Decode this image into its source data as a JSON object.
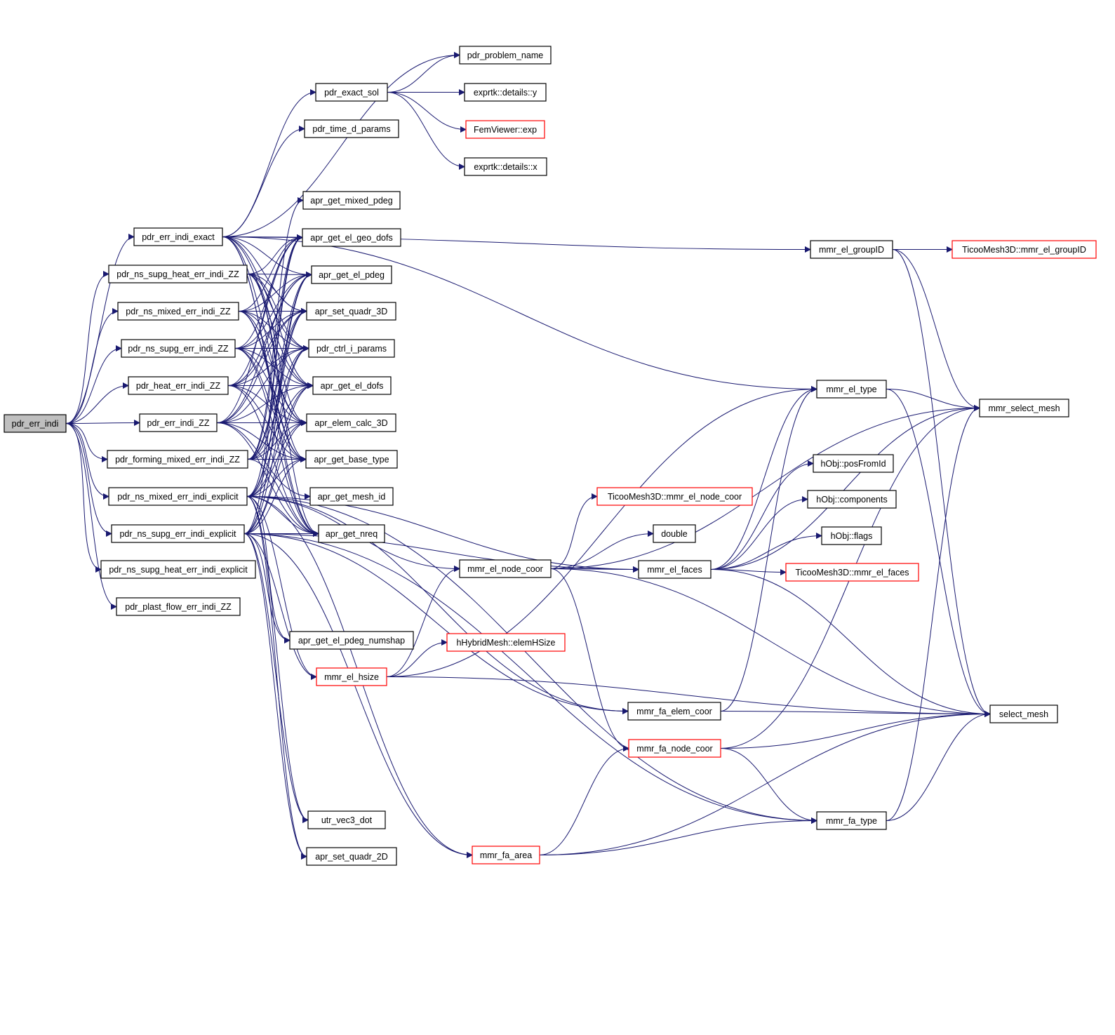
{
  "colors": {
    "edge": "#191970",
    "node_border": "#000000",
    "node_border_truncated": "#ff0000",
    "node_fill": "#ffffff",
    "root_fill": "#bfbfbf"
  },
  "nodes": [
    {
      "id": "pdr_err_indi",
      "label": "pdr_err_indi",
      "kind": "root"
    },
    {
      "id": "pdr_err_indi_exact",
      "label": "pdr_err_indi_exact",
      "kind": "normal"
    },
    {
      "id": "pdr_ns_supg_heat_err_indi_ZZ",
      "label": "pdr_ns_supg_heat_err_indi_ZZ",
      "kind": "normal"
    },
    {
      "id": "pdr_ns_mixed_err_indi_ZZ",
      "label": "pdr_ns_mixed_err_indi_ZZ",
      "kind": "normal"
    },
    {
      "id": "pdr_ns_supg_err_indi_ZZ",
      "label": "pdr_ns_supg_err_indi_ZZ",
      "kind": "normal"
    },
    {
      "id": "pdr_heat_err_indi_ZZ",
      "label": "pdr_heat_err_indi_ZZ",
      "kind": "normal"
    },
    {
      "id": "pdr_err_indi_ZZ",
      "label": "pdr_err_indi_ZZ",
      "kind": "normal"
    },
    {
      "id": "pdr_forming_mixed_err_indi_ZZ",
      "label": "pdr_forming_mixed_err_indi_ZZ",
      "kind": "normal"
    },
    {
      "id": "pdr_ns_mixed_err_indi_explicit",
      "label": "pdr_ns_mixed_err_indi_explicit",
      "kind": "normal"
    },
    {
      "id": "pdr_ns_supg_err_indi_explicit",
      "label": "pdr_ns_supg_err_indi_explicit",
      "kind": "normal"
    },
    {
      "id": "pdr_ns_supg_heat_err_indi_explicit",
      "label": "pdr_ns_supg_heat_err_indi_explicit",
      "kind": "normal"
    },
    {
      "id": "pdr_plast_flow_err_indi_ZZ",
      "label": "pdr_plast_flow_err_indi_ZZ",
      "kind": "normal"
    },
    {
      "id": "pdr_exact_sol",
      "label": "pdr_exact_sol",
      "kind": "normal"
    },
    {
      "id": "pdr_time_d_params",
      "label": "pdr_time_d_params",
      "kind": "normal"
    },
    {
      "id": "pdr_problem_name",
      "label": "pdr_problem_name",
      "kind": "normal"
    },
    {
      "id": "exprtk_y",
      "label": "exprtk::details::y",
      "kind": "normal"
    },
    {
      "id": "femviewer_exp",
      "label": "FemViewer::exp",
      "kind": "truncated"
    },
    {
      "id": "exprtk_x",
      "label": "exprtk::details::x",
      "kind": "normal"
    },
    {
      "id": "apr_get_mixed_pdeg",
      "label": "apr_get_mixed_pdeg",
      "kind": "normal"
    },
    {
      "id": "apr_get_el_geo_dofs",
      "label": "apr_get_el_geo_dofs",
      "kind": "normal"
    },
    {
      "id": "apr_get_el_pdeg",
      "label": "apr_get_el_pdeg",
      "kind": "normal"
    },
    {
      "id": "apr_set_quadr_3D",
      "label": "apr_set_quadr_3D",
      "kind": "normal"
    },
    {
      "id": "pdr_ctrl_i_params",
      "label": "pdr_ctrl_i_params",
      "kind": "normal"
    },
    {
      "id": "apr_get_el_dofs",
      "label": "apr_get_el_dofs",
      "kind": "normal"
    },
    {
      "id": "apr_elem_calc_3D",
      "label": "apr_elem_calc_3D",
      "kind": "normal"
    },
    {
      "id": "apr_get_base_type",
      "label": "apr_get_base_type",
      "kind": "normal"
    },
    {
      "id": "apr_get_mesh_id",
      "label": "apr_get_mesh_id",
      "kind": "normal"
    },
    {
      "id": "apr_get_nreq",
      "label": "apr_get_nreq",
      "kind": "normal"
    },
    {
      "id": "apr_get_el_pdeg_numshap",
      "label": "apr_get_el_pdeg_numshap",
      "kind": "normal"
    },
    {
      "id": "mmr_el_hsize",
      "label": "mmr_el_hsize",
      "kind": "truncated"
    },
    {
      "id": "utr_vec3_dot",
      "label": "utr_vec3_dot",
      "kind": "normal"
    },
    {
      "id": "apr_set_quadr_2D",
      "label": "apr_set_quadr_2D",
      "kind": "normal"
    },
    {
      "id": "mmr_el_node_coor",
      "label": "mmr_el_node_coor",
      "kind": "normal"
    },
    {
      "id": "hybrid_elemhsize",
      "label": "hHybridMesh::elemHSize",
      "kind": "truncated"
    },
    {
      "id": "mmr_fa_area",
      "label": "mmr_fa_area",
      "kind": "truncated"
    },
    {
      "id": "ticoo_el_node_coor",
      "label": "TicooMesh3D::mmr_el_node_coor",
      "kind": "truncated"
    },
    {
      "id": "double",
      "label": "double",
      "kind": "normal"
    },
    {
      "id": "mmr_el_faces",
      "label": "mmr_el_faces",
      "kind": "normal"
    },
    {
      "id": "mmr_fa_elem_coor",
      "label": "mmr_fa_elem_coor",
      "kind": "normal"
    },
    {
      "id": "mmr_fa_node_coor",
      "label": "mmr_fa_node_coor",
      "kind": "truncated"
    },
    {
      "id": "mmr_el_groupID",
      "label": "mmr_el_groupID",
      "kind": "normal"
    },
    {
      "id": "mmr_el_type",
      "label": "mmr_el_type",
      "kind": "normal"
    },
    {
      "id": "hobj_posfromid",
      "label": "hObj::posFromId",
      "kind": "normal"
    },
    {
      "id": "hobj_components",
      "label": "hObj::components",
      "kind": "normal"
    },
    {
      "id": "hobj_flags",
      "label": "hObj::flags",
      "kind": "normal"
    },
    {
      "id": "ticoo_el_faces",
      "label": "TicooMesh3D::mmr_el_faces",
      "kind": "truncated"
    },
    {
      "id": "mmr_fa_type",
      "label": "mmr_fa_type",
      "kind": "normal"
    },
    {
      "id": "ticoo_el_groupid",
      "label": "TicooMesh3D::mmr_el_groupID",
      "kind": "truncated"
    },
    {
      "id": "mmr_select_mesh",
      "label": "mmr_select_mesh",
      "kind": "normal"
    },
    {
      "id": "select_mesh",
      "label": "select_mesh",
      "kind": "normal"
    }
  ],
  "edges": [
    [
      "pdr_err_indi",
      "pdr_err_indi_exact"
    ],
    [
      "pdr_err_indi",
      "pdr_ns_supg_heat_err_indi_ZZ"
    ],
    [
      "pdr_err_indi",
      "pdr_ns_mixed_err_indi_ZZ"
    ],
    [
      "pdr_err_indi",
      "pdr_ns_supg_err_indi_ZZ"
    ],
    [
      "pdr_err_indi",
      "pdr_heat_err_indi_ZZ"
    ],
    [
      "pdr_err_indi",
      "pdr_err_indi_ZZ"
    ],
    [
      "pdr_err_indi",
      "pdr_forming_mixed_err_indi_ZZ"
    ],
    [
      "pdr_err_indi",
      "pdr_ns_mixed_err_indi_explicit"
    ],
    [
      "pdr_err_indi",
      "pdr_ns_supg_err_indi_explicit"
    ],
    [
      "pdr_err_indi",
      "pdr_ns_supg_heat_err_indi_explicit"
    ],
    [
      "pdr_err_indi",
      "pdr_plast_flow_err_indi_ZZ"
    ],
    [
      "pdr_err_indi_exact",
      "pdr_problem_name"
    ],
    [
      "pdr_err_indi_exact",
      "pdr_exact_sol"
    ],
    [
      "pdr_err_indi_exact",
      "pdr_time_d_params"
    ],
    [
      "pdr_err_indi_exact",
      "mmr_el_groupID"
    ],
    [
      "pdr_err_indi_exact",
      "mmr_el_type"
    ],
    [
      "pdr_err_indi_exact",
      "apr_get_el_geo_dofs"
    ],
    [
      "pdr_err_indi_exact",
      "apr_get_el_pdeg"
    ],
    [
      "pdr_err_indi_exact",
      "apr_set_quadr_3D"
    ],
    [
      "pdr_err_indi_exact",
      "pdr_ctrl_i_params"
    ],
    [
      "pdr_err_indi_exact",
      "apr_get_el_dofs"
    ],
    [
      "pdr_err_indi_exact",
      "apr_elem_calc_3D"
    ],
    [
      "pdr_err_indi_exact",
      "apr_get_base_type"
    ],
    [
      "pdr_err_indi_exact",
      "apr_get_nreq"
    ],
    [
      "pdr_exact_sol",
      "pdr_problem_name"
    ],
    [
      "pdr_exact_sol",
      "exprtk_y"
    ],
    [
      "pdr_exact_sol",
      "femviewer_exp"
    ],
    [
      "pdr_exact_sol",
      "exprtk_x"
    ],
    [
      "pdr_ns_supg_heat_err_indi_ZZ",
      "apr_get_el_geo_dofs"
    ],
    [
      "pdr_ns_supg_heat_err_indi_ZZ",
      "apr_get_el_pdeg"
    ],
    [
      "pdr_ns_supg_heat_err_indi_ZZ",
      "apr_set_quadr_3D"
    ],
    [
      "pdr_ns_supg_heat_err_indi_ZZ",
      "pdr_ctrl_i_params"
    ],
    [
      "pdr_ns_supg_heat_err_indi_ZZ",
      "apr_get_el_dofs"
    ],
    [
      "pdr_ns_supg_heat_err_indi_ZZ",
      "apr_elem_calc_3D"
    ],
    [
      "pdr_ns_supg_heat_err_indi_ZZ",
      "apr_get_base_type"
    ],
    [
      "pdr_ns_supg_heat_err_indi_ZZ",
      "apr_get_nreq"
    ],
    [
      "pdr_ns_mixed_err_indi_ZZ",
      "apr_get_el_geo_dofs"
    ],
    [
      "pdr_ns_mixed_err_indi_ZZ",
      "apr_get_el_pdeg"
    ],
    [
      "pdr_ns_mixed_err_indi_ZZ",
      "apr_set_quadr_3D"
    ],
    [
      "pdr_ns_mixed_err_indi_ZZ",
      "pdr_ctrl_i_params"
    ],
    [
      "pdr_ns_mixed_err_indi_ZZ",
      "apr_get_el_dofs"
    ],
    [
      "pdr_ns_mixed_err_indi_ZZ",
      "apr_elem_calc_3D"
    ],
    [
      "pdr_ns_mixed_err_indi_ZZ",
      "apr_get_base_type"
    ],
    [
      "pdr_ns_mixed_err_indi_ZZ",
      "apr_get_nreq"
    ],
    [
      "pdr_ns_supg_err_indi_ZZ",
      "apr_get_el_geo_dofs"
    ],
    [
      "pdr_ns_supg_err_indi_ZZ",
      "apr_get_el_pdeg"
    ],
    [
      "pdr_ns_supg_err_indi_ZZ",
      "apr_set_quadr_3D"
    ],
    [
      "pdr_ns_supg_err_indi_ZZ",
      "pdr_ctrl_i_params"
    ],
    [
      "pdr_ns_supg_err_indi_ZZ",
      "apr_get_el_dofs"
    ],
    [
      "pdr_ns_supg_err_indi_ZZ",
      "apr_elem_calc_3D"
    ],
    [
      "pdr_ns_supg_err_indi_ZZ",
      "apr_get_base_type"
    ],
    [
      "pdr_ns_supg_err_indi_ZZ",
      "apr_get_nreq"
    ],
    [
      "pdr_heat_err_indi_ZZ",
      "apr_get_el_geo_dofs"
    ],
    [
      "pdr_heat_err_indi_ZZ",
      "apr_get_el_pdeg"
    ],
    [
      "pdr_heat_err_indi_ZZ",
      "apr_set_quadr_3D"
    ],
    [
      "pdr_heat_err_indi_ZZ",
      "pdr_ctrl_i_params"
    ],
    [
      "pdr_heat_err_indi_ZZ",
      "apr_get_el_dofs"
    ],
    [
      "pdr_heat_err_indi_ZZ",
      "apr_elem_calc_3D"
    ],
    [
      "pdr_heat_err_indi_ZZ",
      "apr_get_base_type"
    ],
    [
      "pdr_heat_err_indi_ZZ",
      "apr_get_nreq"
    ],
    [
      "pdr_err_indi_ZZ",
      "apr_get_el_geo_dofs"
    ],
    [
      "pdr_err_indi_ZZ",
      "apr_get_el_pdeg"
    ],
    [
      "pdr_err_indi_ZZ",
      "apr_set_quadr_3D"
    ],
    [
      "pdr_err_indi_ZZ",
      "pdr_ctrl_i_params"
    ],
    [
      "pdr_err_indi_ZZ",
      "apr_get_el_dofs"
    ],
    [
      "pdr_err_indi_ZZ",
      "apr_elem_calc_3D"
    ],
    [
      "pdr_err_indi_ZZ",
      "apr_get_base_type"
    ],
    [
      "pdr_err_indi_ZZ",
      "apr_get_mesh_id"
    ],
    [
      "pdr_err_indi_ZZ",
      "apr_get_nreq"
    ],
    [
      "pdr_forming_mixed_err_indi_ZZ",
      "apr_get_mixed_pdeg"
    ],
    [
      "pdr_forming_mixed_err_indi_ZZ",
      "apr_get_el_geo_dofs"
    ],
    [
      "pdr_forming_mixed_err_indi_ZZ",
      "apr_get_el_pdeg"
    ],
    [
      "pdr_forming_mixed_err_indi_ZZ",
      "apr_set_quadr_3D"
    ],
    [
      "pdr_forming_mixed_err_indi_ZZ",
      "pdr_ctrl_i_params"
    ],
    [
      "pdr_forming_mixed_err_indi_ZZ",
      "apr_get_el_dofs"
    ],
    [
      "pdr_forming_mixed_err_indi_ZZ",
      "apr_elem_calc_3D"
    ],
    [
      "pdr_forming_mixed_err_indi_ZZ",
      "apr_get_base_type"
    ],
    [
      "pdr_forming_mixed_err_indi_ZZ",
      "apr_get_nreq"
    ],
    [
      "pdr_ns_mixed_err_indi_explicit",
      "apr_get_el_geo_dofs"
    ],
    [
      "pdr_ns_mixed_err_indi_explicit",
      "apr_get_el_pdeg"
    ],
    [
      "pdr_ns_mixed_err_indi_explicit",
      "apr_set_quadr_3D"
    ],
    [
      "pdr_ns_mixed_err_indi_explicit",
      "pdr_ctrl_i_params"
    ],
    [
      "pdr_ns_mixed_err_indi_explicit",
      "apr_get_el_dofs"
    ],
    [
      "pdr_ns_mixed_err_indi_explicit",
      "apr_elem_calc_3D"
    ],
    [
      "pdr_ns_mixed_err_indi_explicit",
      "apr_get_base_type"
    ],
    [
      "pdr_ns_mixed_err_indi_explicit",
      "apr_get_nreq"
    ],
    [
      "pdr_ns_mixed_err_indi_explicit",
      "apr_get_el_pdeg_numshap"
    ],
    [
      "pdr_ns_mixed_err_indi_explicit",
      "mmr_el_hsize"
    ],
    [
      "pdr_ns_mixed_err_indi_explicit",
      "utr_vec3_dot"
    ],
    [
      "pdr_ns_mixed_err_indi_explicit",
      "apr_set_quadr_2D"
    ],
    [
      "pdr_ns_mixed_err_indi_explicit",
      "mmr_el_node_coor"
    ],
    [
      "pdr_ns_mixed_err_indi_explicit",
      "mmr_el_faces"
    ],
    [
      "pdr_ns_mixed_err_indi_explicit",
      "mmr_fa_elem_coor"
    ],
    [
      "pdr_ns_mixed_err_indi_explicit",
      "mmr_fa_type"
    ],
    [
      "pdr_ns_mixed_err_indi_explicit",
      "mmr_fa_area"
    ],
    [
      "pdr_ns_supg_err_indi_explicit",
      "apr_get_el_geo_dofs"
    ],
    [
      "pdr_ns_supg_err_indi_explicit",
      "apr_get_el_pdeg"
    ],
    [
      "pdr_ns_supg_err_indi_explicit",
      "apr_set_quadr_3D"
    ],
    [
      "pdr_ns_supg_err_indi_explicit",
      "pdr_ctrl_i_params"
    ],
    [
      "pdr_ns_supg_err_indi_explicit",
      "apr_get_el_dofs"
    ],
    [
      "pdr_ns_supg_err_indi_explicit",
      "apr_elem_calc_3D"
    ],
    [
      "pdr_ns_supg_err_indi_explicit",
      "apr_get_base_type"
    ],
    [
      "pdr_ns_supg_err_indi_explicit",
      "apr_get_nreq"
    ],
    [
      "pdr_ns_supg_err_indi_explicit",
      "apr_get_el_pdeg_numshap"
    ],
    [
      "pdr_ns_supg_err_indi_explicit",
      "mmr_el_hsize"
    ],
    [
      "pdr_ns_supg_err_indi_explicit",
      "utr_vec3_dot"
    ],
    [
      "pdr_ns_supg_err_indi_explicit",
      "apr_set_quadr_2D"
    ],
    [
      "pdr_ns_supg_err_indi_explicit",
      "mmr_el_faces"
    ],
    [
      "pdr_ns_supg_err_indi_explicit",
      "mmr_fa_elem_coor"
    ],
    [
      "pdr_ns_supg_err_indi_explicit",
      "mmr_fa_area"
    ],
    [
      "pdr_ns_supg_err_indi_explicit",
      "mmr_fa_type"
    ],
    [
      "mmr_el_hsize",
      "mmr_el_node_coor"
    ],
    [
      "mmr_el_hsize",
      "hybrid_elemhsize"
    ],
    [
      "mmr_el_hsize",
      "mmr_el_type"
    ],
    [
      "mmr_el_hsize",
      "select_mesh"
    ],
    [
      "mmr_el_node_coor",
      "ticoo_el_node_coor"
    ],
    [
      "mmr_el_node_coor",
      "double"
    ],
    [
      "mmr_el_node_coor",
      "mmr_el_faces"
    ],
    [
      "mmr_el_node_coor",
      "mmr_select_mesh"
    ],
    [
      "mmr_el_node_coor",
      "mmr_fa_node_coor"
    ],
    [
      "mmr_el_node_coor",
      "select_mesh"
    ],
    [
      "mmr_el_faces",
      "mmr_el_type"
    ],
    [
      "mmr_el_faces",
      "hobj_posfromid"
    ],
    [
      "mmr_el_faces",
      "hobj_components"
    ],
    [
      "mmr_el_faces",
      "hobj_flags"
    ],
    [
      "mmr_el_faces",
      "ticoo_el_faces"
    ],
    [
      "mmr_el_faces",
      "mmr_select_mesh"
    ],
    [
      "mmr_el_faces",
      "select_mesh"
    ],
    [
      "mmr_fa_elem_coor",
      "mmr_el_type"
    ],
    [
      "mmr_fa_elem_coor",
      "select_mesh"
    ],
    [
      "mmr_fa_node_coor",
      "mmr_select_mesh"
    ],
    [
      "mmr_fa_node_coor",
      "select_mesh"
    ],
    [
      "mmr_fa_node_coor",
      "mmr_fa_type"
    ],
    [
      "mmr_fa_area",
      "mmr_fa_node_coor"
    ],
    [
      "mmr_fa_area",
      "mmr_fa_type"
    ],
    [
      "mmr_fa_area",
      "select_mesh"
    ],
    [
      "mmr_el_groupID",
      "ticoo_el_groupid"
    ],
    [
      "mmr_el_groupID",
      "mmr_select_mesh"
    ],
    [
      "mmr_el_groupID",
      "select_mesh"
    ],
    [
      "mmr_el_type",
      "mmr_select_mesh"
    ],
    [
      "mmr_el_type",
      "select_mesh"
    ],
    [
      "mmr_fa_type",
      "mmr_select_mesh"
    ],
    [
      "mmr_fa_type",
      "select_mesh"
    ]
  ]
}
